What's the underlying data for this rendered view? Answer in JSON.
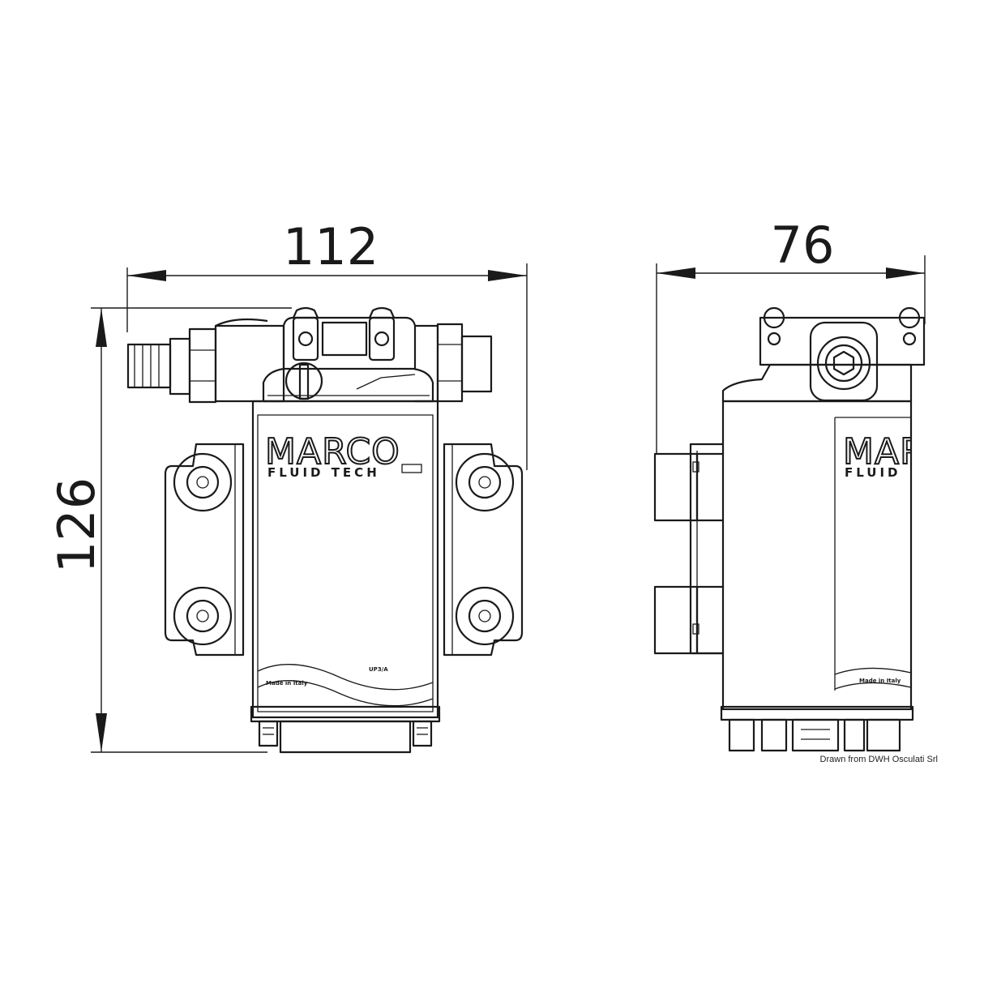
{
  "dimensions": {
    "front_width": "112",
    "front_height": "126",
    "side_width": "76"
  },
  "front_view": {
    "brand": "MARCO",
    "brand_sub": "FLUID TECH",
    "small_label_left": "Made in Italy",
    "small_label_right": "UP3/A"
  },
  "side_view": {
    "brand": "MARC",
    "brand_sub": "FLUID",
    "small_label": "Made in Italy"
  },
  "credit": "Drawn from DWH Osculati Srl"
}
